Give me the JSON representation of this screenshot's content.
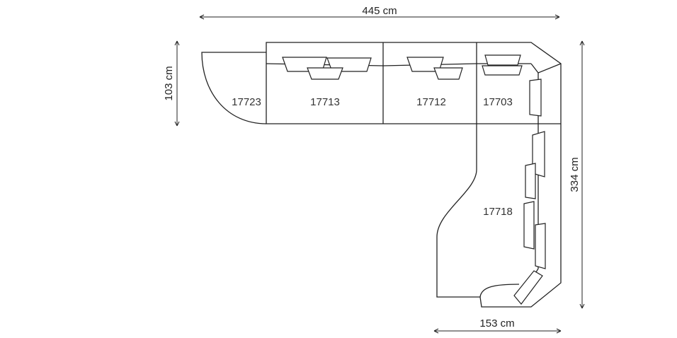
{
  "dimensions": {
    "width": "445 cm",
    "depth_left": "103 cm",
    "height_right": "334 cm",
    "depth_bottom": "153 cm"
  },
  "modules": [
    "17723",
    "17713",
    "17712",
    "17703",
    "17718"
  ]
}
